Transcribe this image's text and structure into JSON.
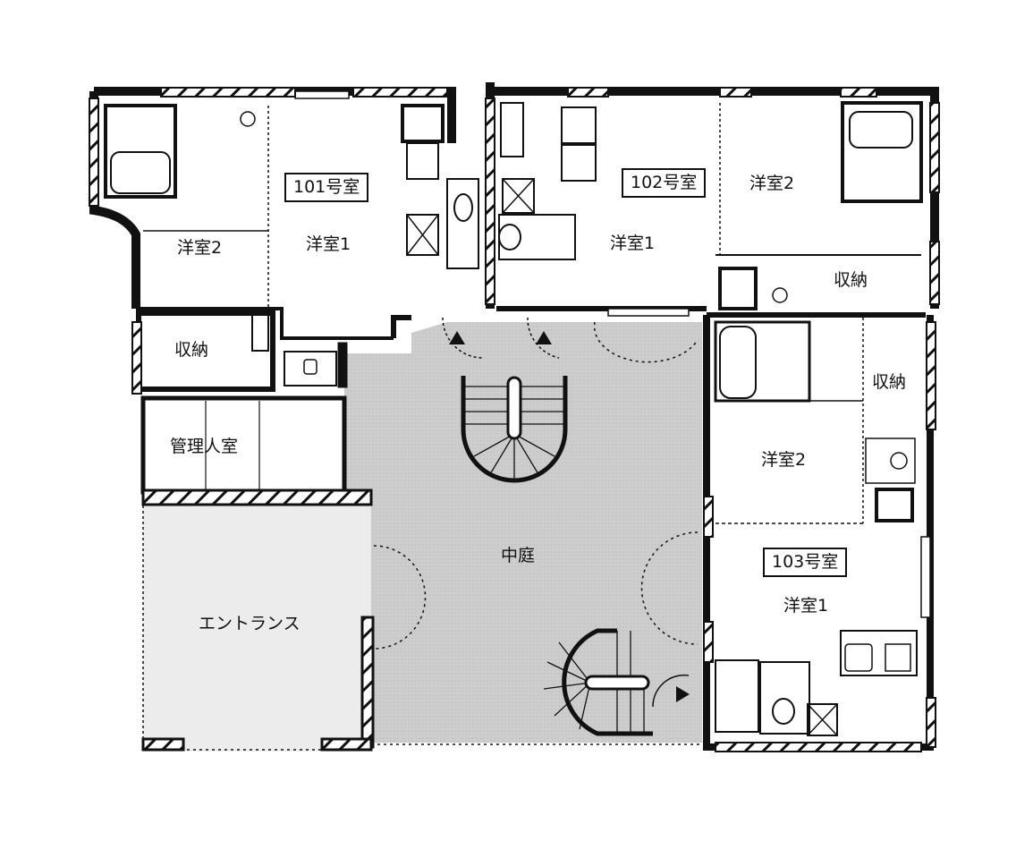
{
  "plan": {
    "title": "",
    "colors": {
      "wall": "#111111",
      "courtyard": "#cfcfcf",
      "entrance": "#e6e6e6",
      "paper": "#ffffff"
    },
    "units": [
      {
        "id": "101",
        "label": "101号室",
        "rooms": [
          {
            "name": "洋室2"
          },
          {
            "name": "洋室1"
          },
          {
            "name": "収納"
          }
        ]
      },
      {
        "id": "102",
        "label": "102号室",
        "rooms": [
          {
            "name": "洋室1"
          },
          {
            "name": "洋室2"
          },
          {
            "name": "収納"
          }
        ]
      },
      {
        "id": "103",
        "label": "103号室",
        "rooms": [
          {
            "name": "洋室2"
          },
          {
            "name": "洋室1"
          },
          {
            "name": "収納"
          }
        ]
      }
    ],
    "common": {
      "manager_room": "管理人室",
      "courtyard": "中庭",
      "entrance": "エントランス"
    }
  }
}
